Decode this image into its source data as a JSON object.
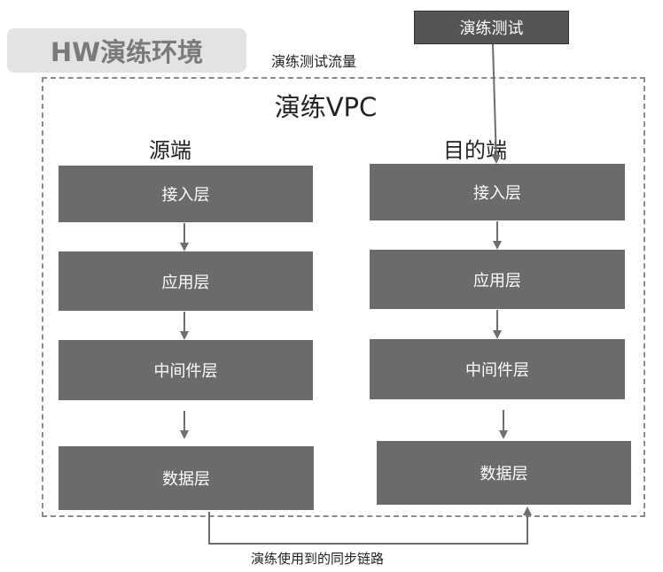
{
  "environment_label": "HW演练环境",
  "test_box_label": "演练测试",
  "traffic_label": "演练测试流量",
  "vpc_title": "演练VPC",
  "source": {
    "title": "源端",
    "layers": [
      "接入层",
      "应用层",
      "中间件层",
      "数据层"
    ]
  },
  "destination": {
    "title": "目的端",
    "layers": [
      "接入层",
      "应用层",
      "中间件层",
      "数据层"
    ]
  },
  "sync_link_label": "演练使用到的同步链路",
  "colors": {
    "layer_fill": "#6b6b6b",
    "test_box_fill": "#555555",
    "badge_fill": "#e3e3e3",
    "arrow": "#6e6e6e",
    "dashed_border": "#8a8a8a"
  }
}
